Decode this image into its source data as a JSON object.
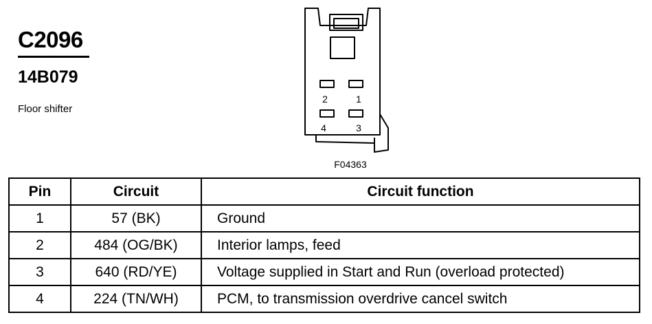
{
  "connector": {
    "id": "C2096",
    "part_number": "14B079",
    "description": "Floor shifter"
  },
  "diagram": {
    "pin_labels": [
      "2",
      "1",
      "4",
      "3"
    ],
    "figure_code": "F04363"
  },
  "table": {
    "headers": [
      "Pin",
      "Circuit",
      "Circuit function"
    ],
    "rows": [
      {
        "pin": "1",
        "circuit": "57 (BK)",
        "function": "Ground"
      },
      {
        "pin": "2",
        "circuit": "484 (OG/BK)",
        "function": "Interior lamps, feed"
      },
      {
        "pin": "3",
        "circuit": "640 (RD/YE)",
        "function": "Voltage supplied in Start and Run (overload protected)"
      },
      {
        "pin": "4",
        "circuit": "224 (TN/WH)",
        "function": "PCM, to transmission overdrive cancel switch"
      }
    ]
  }
}
